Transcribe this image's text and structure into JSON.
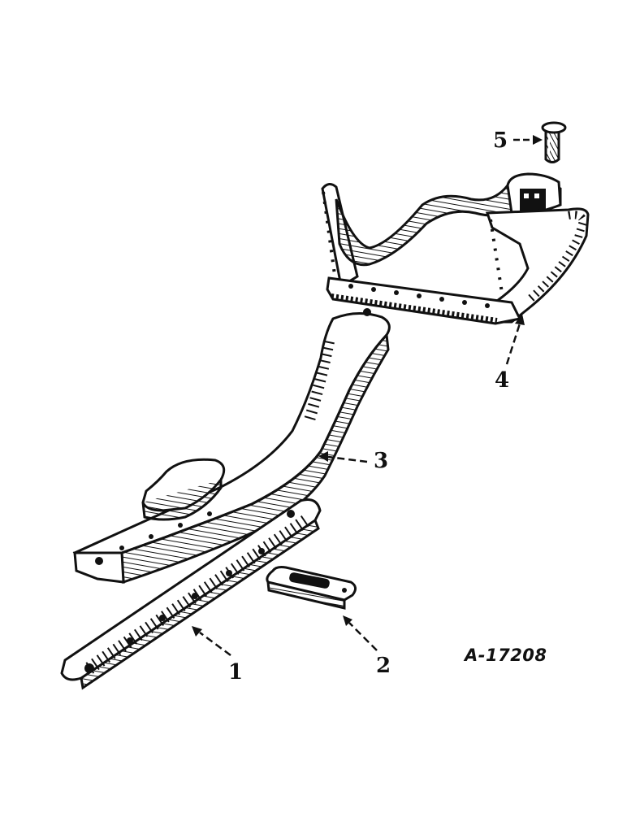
{
  "parts": [
    {
      "id": "part-1",
      "callout": "1",
      "shape": "straight-drawbar"
    },
    {
      "id": "part-2",
      "callout": "2",
      "shape": "short-link-plate"
    },
    {
      "id": "part-3",
      "callout": "3",
      "shape": "offset-drawbar"
    },
    {
      "id": "part-4",
      "callout": "4",
      "shape": "drawbar-frame"
    },
    {
      "id": "part-5",
      "callout": "5",
      "shape": "pin"
    }
  ],
  "figure_code": "A-17208",
  "colors": {
    "ink": "#111111",
    "paper": "#ffffff"
  }
}
